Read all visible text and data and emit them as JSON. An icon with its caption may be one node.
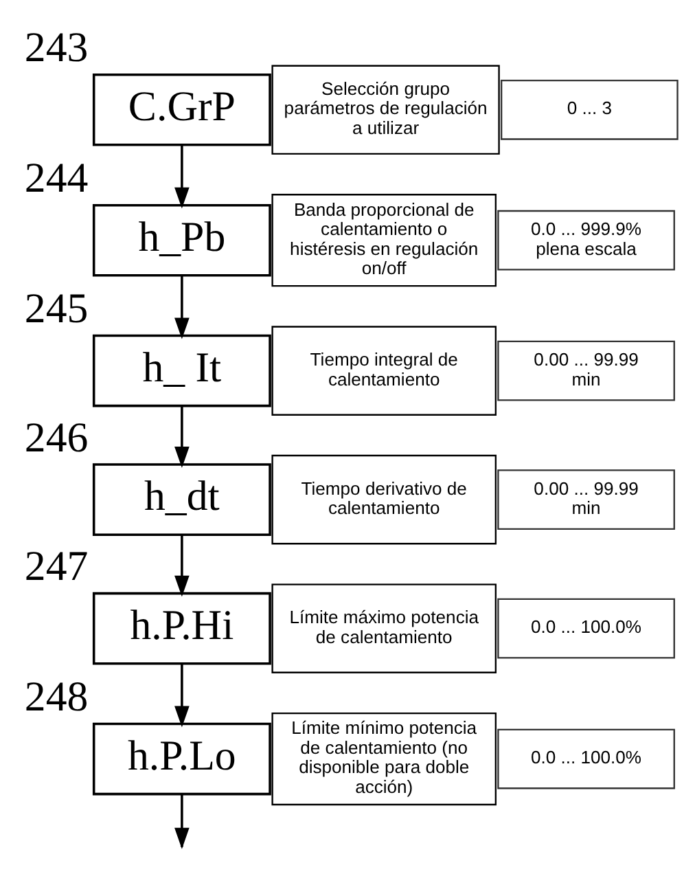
{
  "diagram": {
    "nodes": [
      {
        "text": [
          "C.GrP"
        ],
        "beside": [
          "243"
        ]
      },
      {
        "text": [
          "Selección grupo parámetros de regulación a utilizar"
        ]
      },
      {
        "text": [
          "0 ... 3"
        ]
      },
      {
        "text": [
          "h_Pb"
        ],
        "beside": [
          "244"
        ]
      },
      {
        "text": [
          "Banda proporcional de calentamiento o histéresis en regulación on/off"
        ]
      },
      {
        "text": [
          "0.0 ... 999.9% plena escala"
        ]
      },
      {
        "text": [
          "h_ It"
        ],
        "beside": [
          "245"
        ]
      },
      {
        "text": [
          "Tiempo integral de calentamiento"
        ]
      },
      {
        "text": [
          "0.00 ... 99.99 min"
        ]
      },
      {
        "text": [
          "h_dt"
        ],
        "beside": [
          "246"
        ]
      },
      {
        "text": [
          "Tiempo derivativo de calentamiento"
        ]
      },
      {
        "text": [
          "0.00 ... 99.99 min"
        ]
      },
      {
        "text": [
          "h.P.Hi"
        ],
        "beside": [
          "247"
        ]
      },
      {
        "text": [
          "Límite máximo potencia de calentamiento"
        ]
      },
      {
        "text": [
          "0.0 ... 100.0%"
        ]
      },
      {
        "text": [
          "h.P.Lo"
        ],
        "beside": [
          "248"
        ]
      },
      {
        "text": [
          "Límite mínimo potencia de calentamiento (no disponible para doble acción)"
        ]
      },
      {
        "text": [
          "0.0 ... 100.0%"
        ]
      }
    ],
    "edges": [
      {
        "from": 0,
        "to": 3,
        "arrow": "to"
      },
      {
        "from": 3,
        "to": 6,
        "arrow": "to"
      },
      {
        "from": 6,
        "to": 9,
        "arrow": "to"
      },
      {
        "from": 9,
        "to": 12,
        "arrow": "to"
      },
      {
        "from": 12,
        "to": 15,
        "arrow": "to"
      },
      {
        "from": 15,
        "to": null,
        "arrow": "to"
      }
    ]
  }
}
